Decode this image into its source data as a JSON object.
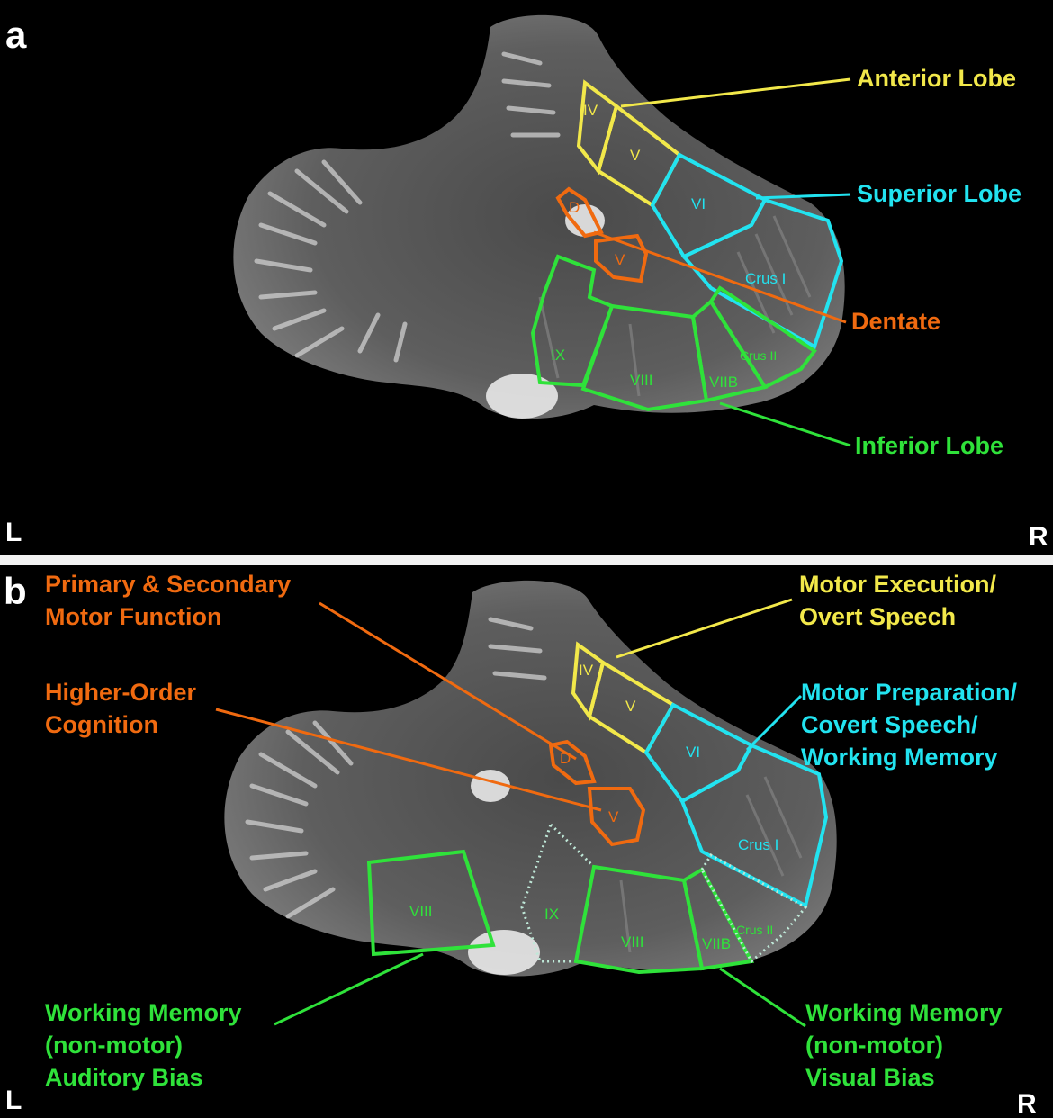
{
  "colors": {
    "anterior": "#f2e84a",
    "superior": "#22e3f0",
    "dentate": "#f06a10",
    "inferior": "#2fe23a",
    "dotted": "#bfe8d8"
  },
  "panel_a": {
    "letter": "a",
    "left": "L",
    "right": "R",
    "labels": {
      "anterior": "Anterior Lobe",
      "superior": "Superior Lobe",
      "dentate": "Dentate",
      "inferior": "Inferior Lobe"
    },
    "regions": {
      "iv": "IV",
      "v": "V",
      "vi": "VI",
      "d": "D",
      "dv": "V",
      "crus1": "Crus I",
      "crus2": "Crus II",
      "ix": "IX",
      "viii": "VIII",
      "viib": "VIIB"
    }
  },
  "panel_b": {
    "letter": "b",
    "left": "L",
    "right": "R",
    "labels": {
      "primary_1": "Primary & Secondary",
      "primary_2": "Motor Function",
      "higher_1": "Higher-Order",
      "higher_2": "Cognition",
      "motor_exec_1": "Motor Execution/",
      "motor_exec_2": "Overt Speech",
      "motor_prep_1": "Motor Preparation/",
      "motor_prep_2": "Covert Speech/",
      "motor_prep_3": "Working Memory",
      "wm_aud_1": "Working Memory",
      "wm_aud_2": "(non-motor)",
      "wm_aud_3": "Auditory Bias",
      "wm_vis_1": "Working Memory",
      "wm_vis_2": "(non-motor)",
      "wm_vis_3": "Visual Bias"
    },
    "regions": {
      "iv": "IV",
      "v": "V",
      "vi": "VI",
      "d": "D",
      "dv": "V",
      "crus1": "Crus I",
      "crus2": "Crus II",
      "viii_left": "VIII",
      "ix": "IX",
      "viii": "VIII",
      "viib": "VIIB"
    }
  }
}
